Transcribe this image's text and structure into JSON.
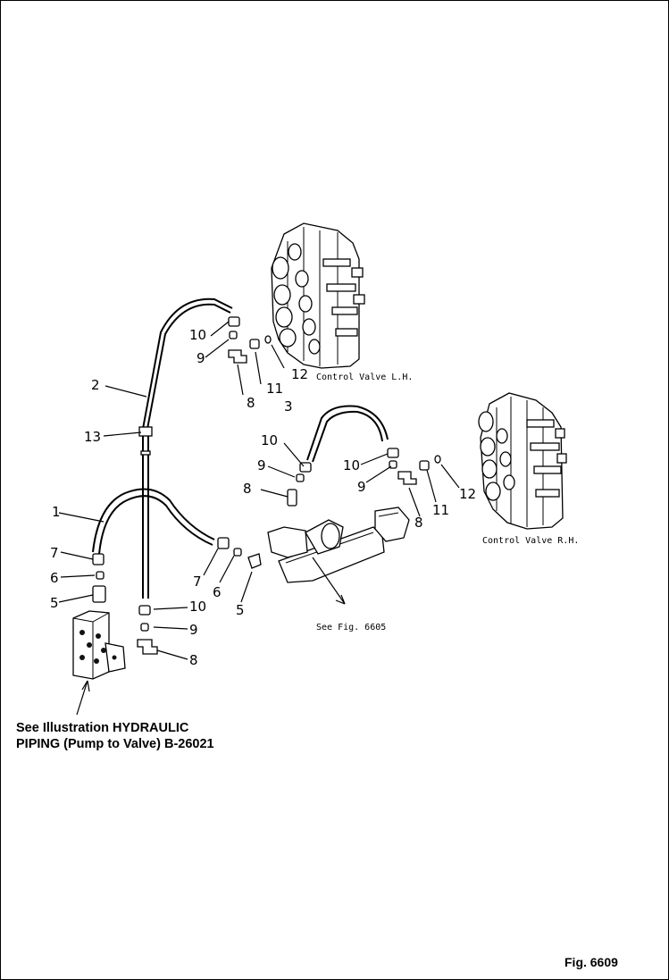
{
  "diagram": {
    "callouts": [
      {
        "id": "c10a",
        "label": "10"
      },
      {
        "id": "c9a",
        "label": "9"
      },
      {
        "id": "c8a",
        "label": "8"
      },
      {
        "id": "c11a",
        "label": "11"
      },
      {
        "id": "c12a",
        "label": "12"
      },
      {
        "id": "c2",
        "label": "2"
      },
      {
        "id": "c13",
        "label": "13"
      },
      {
        "id": "c3",
        "label": "3"
      },
      {
        "id": "c10b",
        "label": "10"
      },
      {
        "id": "c9b",
        "label": "9"
      },
      {
        "id": "c8b",
        "label": "8"
      },
      {
        "id": "c10c",
        "label": "10"
      },
      {
        "id": "c9c",
        "label": "9"
      },
      {
        "id": "c8c",
        "label": "8"
      },
      {
        "id": "c11b",
        "label": "11"
      },
      {
        "id": "c12b",
        "label": "12"
      },
      {
        "id": "c1",
        "label": "1"
      },
      {
        "id": "c7a",
        "label": "7"
      },
      {
        "id": "c6a",
        "label": "6"
      },
      {
        "id": "c5",
        "label": "5"
      },
      {
        "id": "c7b",
        "label": "7"
      },
      {
        "id": "c6b",
        "label": "6"
      },
      {
        "id": "c5b",
        "label": "5"
      },
      {
        "id": "c10d",
        "label": "10"
      },
      {
        "id": "c9d",
        "label": "9"
      },
      {
        "id": "c8d",
        "label": "8"
      }
    ],
    "labels": {
      "control_valve_lh": "Control Valve L.H.",
      "control_valve_rh": "Control Valve R.H.",
      "see_fig": "See Fig. 6605",
      "see_illustration_line1": "See Illustration HYDRAULIC",
      "see_illustration_line2": "PIPING (Pump to Valve) B-26021",
      "figure_number": "Fig. 6609"
    }
  }
}
